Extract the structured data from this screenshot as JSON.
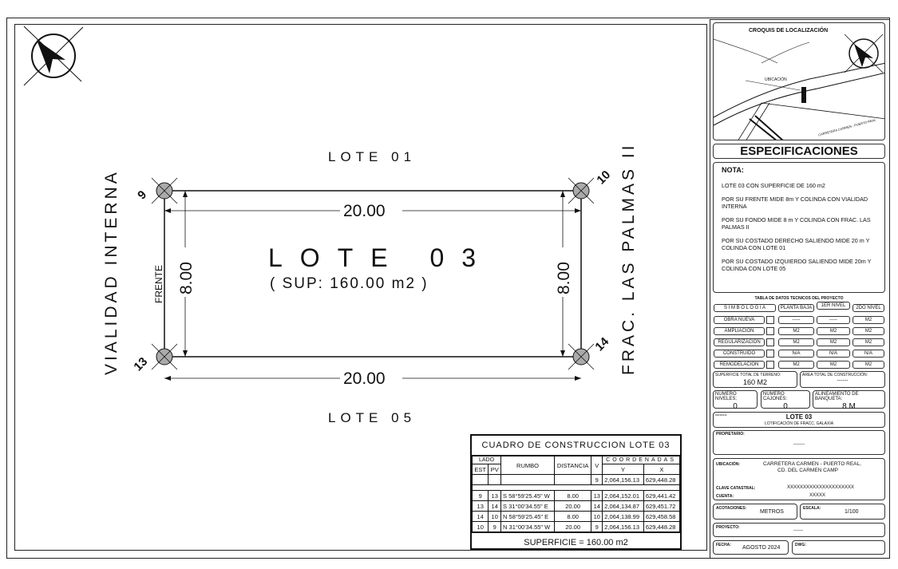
{
  "plan": {
    "lote_top": "LOTE 01",
    "lote_bottom": "LOTE 05",
    "lote_main": "LOTE 03",
    "superficie": "( SUP: 160.00 m2 )",
    "left_street": "VIALIDAD INTERNA",
    "right_street": "FRAC. LAS PALMAS II",
    "frente": "FRENTE",
    "dim_top": "20.00",
    "dim_bottom": "20.00",
    "dim_left": "8.00",
    "dim_right": "8.00",
    "vertices": {
      "tl": "9",
      "tr": "10",
      "bl": "13",
      "br": "14"
    }
  },
  "cuadro": {
    "title": "CUADRO DE CONSTRUCCION LOTE 03",
    "lado": "LADO",
    "est": "EST",
    "pv": "PV",
    "rumbo": "RUMBO",
    "distancia": "DISTANCIA",
    "v": "V",
    "coordenadas": "COORDENADAS",
    "y": "Y",
    "x": "X",
    "first_v": "9",
    "first_y": "2,064,156.13",
    "first_x": "629,448.28",
    "rows": [
      {
        "est": "9",
        "pv": "13",
        "rumbo": "S 58°59'25.45\" W",
        "dist": "8.00",
        "v": "13",
        "y": "2,064,152.01",
        "x": "629,441.42"
      },
      {
        "est": "13",
        "pv": "14",
        "rumbo": "S 31°00'34.55\" E",
        "dist": "20.00",
        "v": "14",
        "y": "2,064,134.87",
        "x": "629,451.72"
      },
      {
        "est": "14",
        "pv": "10",
        "rumbo": "N 58°59'25.45\" E",
        "dist": "8.00",
        "v": "10",
        "y": "2,064,138.99",
        "x": "629,458.58"
      },
      {
        "est": "10",
        "pv": "9",
        "rumbo": "N 31°00'34.55\" W",
        "dist": "20.00",
        "v": "9",
        "y": "2,064,156.13",
        "x": "629,448.28"
      }
    ],
    "superficie": "SUPERFICIE = 160.00 m2"
  },
  "panel": {
    "croquis_title": "CROQUIS DE LOCALIZACIÓN",
    "ubicacion_tag": "UBICACIÓN",
    "road_label": "CARRETERA CARMEN - PUERTO REAL",
    "especificaciones": "ESPECIFICACIONES",
    "nota_title": "NOTA:",
    "notas": [
      "LOTE 03 CON SUPERFICIE DE 160 m2",
      "POR SU FRENTE MIDE 8m Y COLINDA CON VIALIDAD INTERNA",
      "POR SU FONDO  MIDE  8 m Y COLINDA CON FRAC. LAS PALMAS II",
      "POR SU COSTADO DERECHO SALIENDO MIDE 20 m Y COLINDA CON LOTE 01",
      "POR SU COSTADO IZQUIERDO SALIENDO MIDE 20m Y COLINDA CON LOTE 05"
    ],
    "tabla_title": "TABLA DE DATOS TECNICOS DEL PROYECTO",
    "simbologia": "S I M B O L O G I A",
    "planta_baja": "PLANTA BAJA",
    "primer_nivel": "1ER NIVEL",
    "segundo_nivel": "2DO NIVEL",
    "tabla_rows": [
      {
        "label": "OBRA NUEVA",
        "pb": "-----",
        "n1": "-----",
        "n2": "M2"
      },
      {
        "label": "AMPLIACIÓN",
        "pb": "M2",
        "n1": "M2",
        "n2": "M2"
      },
      {
        "label": "REGULARIZACIÓN",
        "pb": "M2",
        "n1": "M2",
        "n2": "M2"
      },
      {
        "label": "CONSTRUIDO",
        "pb": "N/A",
        "n1": "N/A",
        "n2": "N/A"
      },
      {
        "label": "REMODELACIÓN",
        "pb": "M2",
        "n1": "M2",
        "n2": "M2"
      }
    ],
    "sup_terreno_lbl": "SUPERFICIE TOTAL DE TERRENO:",
    "sup_terreno_val": "160 M2",
    "area_const_lbl": "ÁREA TOTAL DE CONSTRUCCIÓN:",
    "area_const_val": "------",
    "niveles_lbl": "NÚMERO NIVELES:",
    "niveles_val": "0",
    "cajones_lbl": "NÚMERO CAJONES:",
    "cajones_val": "0",
    "alineamiento_lbl": "ALINEAMIENTO DE BANQUETA:",
    "alineamiento_val": "8 M",
    "lote_box_lbl": "MANZANA",
    "lote_box_title": "LOTE 03",
    "lote_box_sub": "LOTIFICACIÓN DE FRACC. GALAXIA",
    "propietario_lbl": "PROPIETARIO:",
    "propietario_val": "-------",
    "ubicacion_lbl": "UBICACIÓN:",
    "ubicacion_val1": "CARRETERA CARMEN - PUERTO REAL,",
    "ubicacion_val2": "CD. DEL CARMEN CAMP",
    "clave_lbl": "CLAVE CATASTRAL:",
    "clave_val": "XXXXXXXXXXXXXXXXXXXXX",
    "cuenta_lbl": "CUENTA:",
    "cuenta_val": "XXXXX",
    "acotaciones_lbl": "ACOTACIONES:",
    "acotaciones_val": "METROS",
    "escala_lbl": "ESCALA:",
    "escala_val": "1/100",
    "proyecto_lbl": "PROYECTO:",
    "proyecto_val": "------",
    "fecha_lbl": "FECHA:",
    "fecha_val": "AGOSTO 2024",
    "dwg_lbl": "DWG:"
  }
}
